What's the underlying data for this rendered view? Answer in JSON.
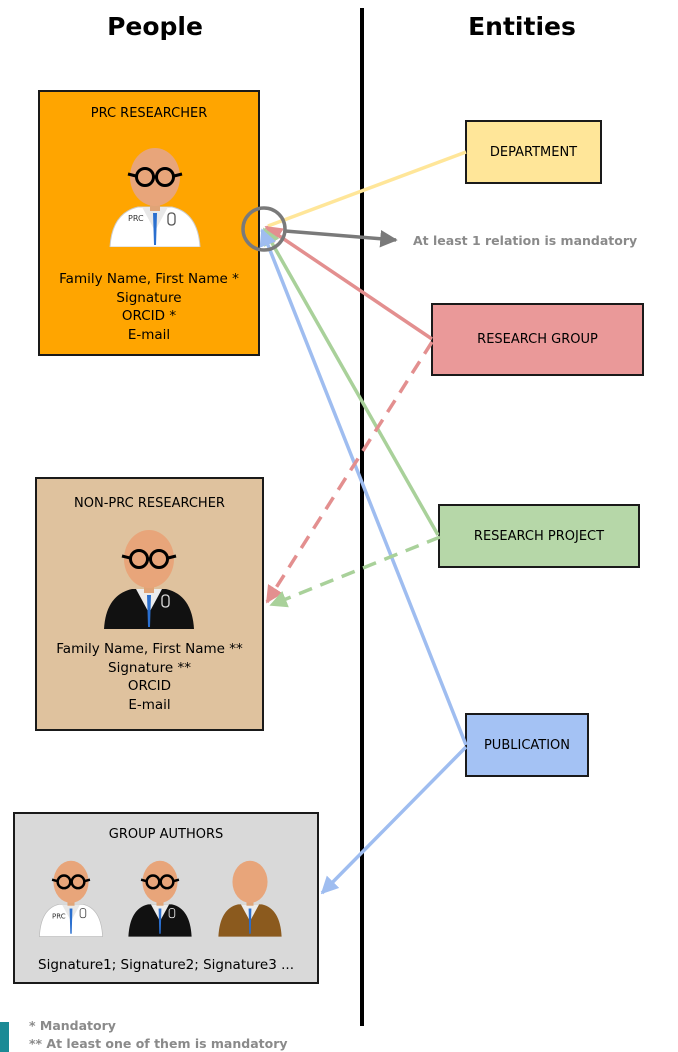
{
  "columns": {
    "people": "People",
    "entities": "Entities"
  },
  "people": {
    "prc": {
      "title": "PRC RESEARCHER",
      "badge": "PRC",
      "fields": [
        "Family Name, First Name *",
        "Signature",
        "ORCID *",
        "E-mail"
      ]
    },
    "non_prc": {
      "title": "NON-PRC RESEARCHER",
      "fields": [
        "Family Name, First Name **",
        "Signature **",
        "ORCID",
        "E-mail"
      ]
    },
    "group": {
      "title": "GROUP AUTHORS",
      "badge": "PRC",
      "signatures": "Signature1; Signature2; Signature3 ..."
    }
  },
  "entities": {
    "department": {
      "label": "DEPARTMENT",
      "color": "#ffe699"
    },
    "research_group": {
      "label": "RESEARCH GROUP",
      "color": "#ea9999"
    },
    "research_project": {
      "label": "RESEARCH PROJECT",
      "color": "#b6d7a8"
    },
    "publication": {
      "label": "PUBLICATION",
      "color": "#a4c2f4"
    }
  },
  "annotation": "At least 1 relation is mandatory",
  "legend": {
    "mandatory": "* Mandatory",
    "one_mandatory": "** At least one of them is mandatory"
  },
  "colors": {
    "prc_box": "#ffa500",
    "non_prc_box": "#dfc29e",
    "group_box": "#d9d9d9",
    "divider": "#000000",
    "note": "#8a8a8a"
  }
}
